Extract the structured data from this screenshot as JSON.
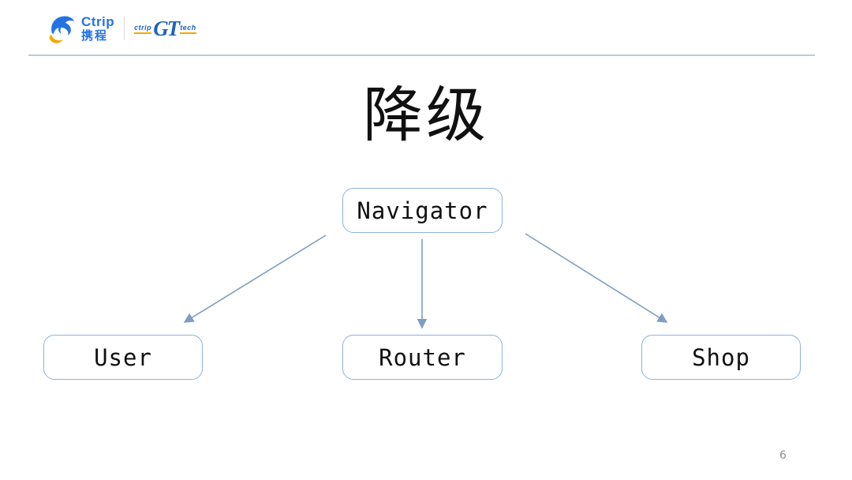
{
  "header": {
    "ctrip_logo": {
      "wordmark_en": "Ctrip",
      "wordmark_cn": "携程"
    },
    "gt_logo": {
      "prefix": "ctrip",
      "mark": "GT",
      "suffix": "tech"
    },
    "colors": {
      "brand_blue": "#2374e1",
      "brand_yellow": "#f5a800"
    }
  },
  "title": "降级",
  "diagram": {
    "nodes": [
      {
        "id": "navigator",
        "label": "Navigator"
      },
      {
        "id": "user",
        "label": "User"
      },
      {
        "id": "router",
        "label": "Router"
      },
      {
        "id": "shop",
        "label": "Shop"
      }
    ],
    "edges": [
      {
        "from": "navigator",
        "to": "user"
      },
      {
        "from": "navigator",
        "to": "router"
      },
      {
        "from": "navigator",
        "to": "shop"
      }
    ],
    "colors": {
      "node_border": "#8fb3d6",
      "arrow": "#7f9dc1",
      "node_text": "#111111"
    }
  },
  "footer": {
    "page_number": "6"
  }
}
